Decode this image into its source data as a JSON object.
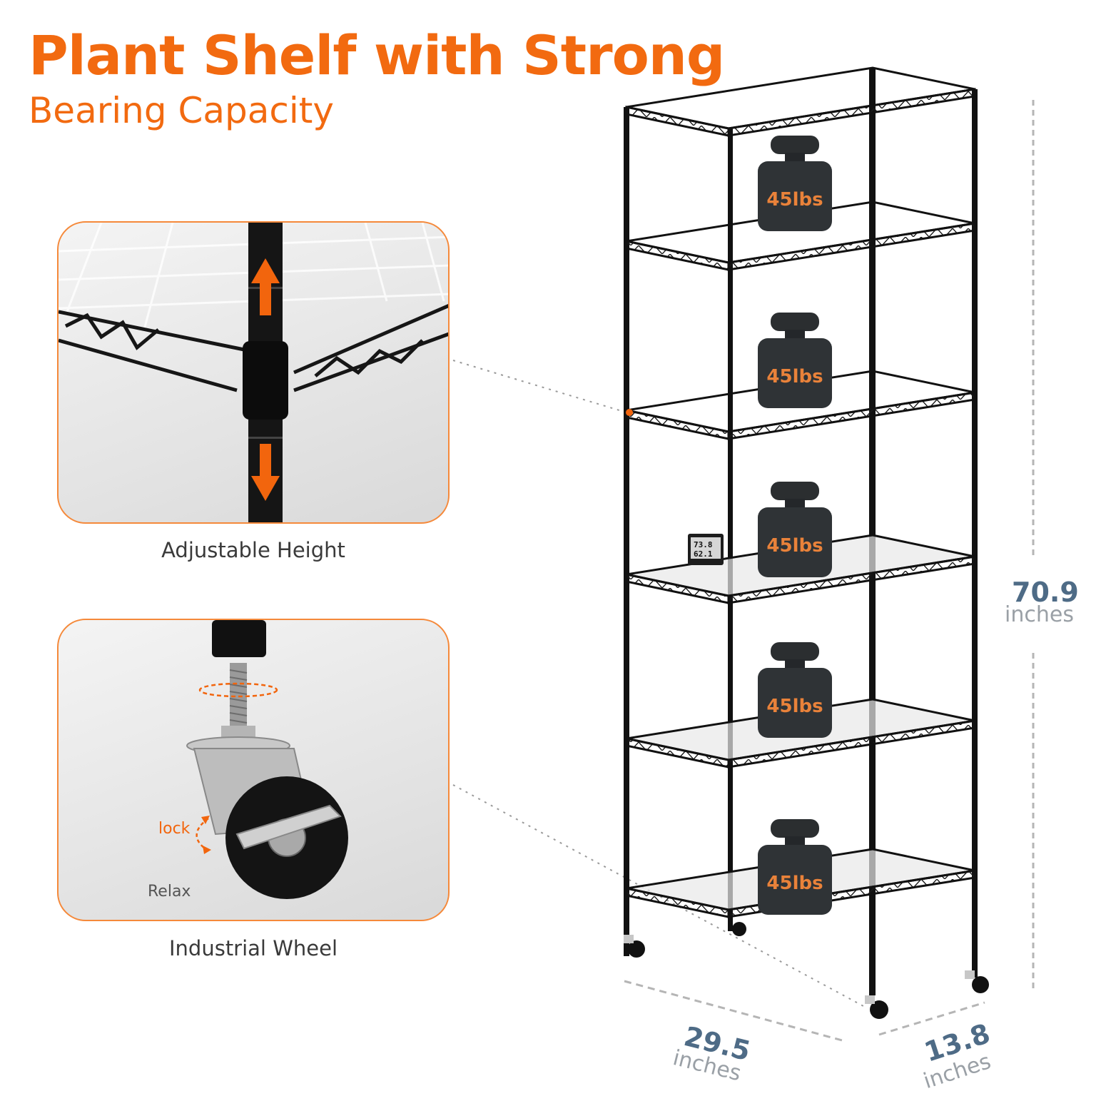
{
  "header": {
    "title": "Plant Shelf with Strong",
    "subtitle": "Bearing Capacity"
  },
  "features": [
    {
      "caption": "Adjustable Height"
    },
    {
      "caption": "Industrial Wheel",
      "lock_label": "lock",
      "relax_label": "Relax"
    }
  ],
  "product": {
    "weight_label": "45lbs",
    "thermometer": {
      "line1": "73.8",
      "line2": "62.1"
    }
  },
  "dimensions": {
    "height": {
      "value": "70.9",
      "unit": "inches"
    },
    "width": {
      "value": "29.5",
      "unit": "inches"
    },
    "depth": {
      "value": "13.8",
      "unit": "inches"
    }
  },
  "colors": {
    "accent": "#f26a10",
    "dimension": "#4e6b86",
    "frame": "#111111"
  }
}
